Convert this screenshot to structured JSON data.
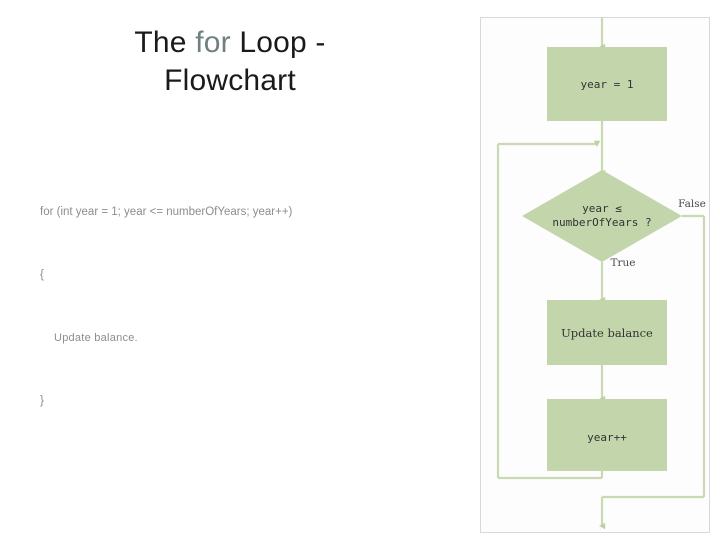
{
  "slide": {
    "title_parts": [
      {
        "text": "The ",
        "style": "normal"
      },
      {
        "text": "for",
        "style": "keyword"
      },
      {
        "text": " Loop - Flowchart",
        "style": "normal"
      }
    ],
    "title_prefix": "The ",
    "title_keyword": "for",
    "title_suffix": " Loop -",
    "title_line2": "Flowchart",
    "keyword_color": "#707f80",
    "title_color": "#1a1a1a"
  },
  "code": {
    "color": "#8d8d8d",
    "lines": [
      "for (int year = 1; year <= numberOfYears; year++)",
      "{",
      "Update balance.",
      "}"
    ],
    "line1": "for (int year = 1; year <= numberOfYears; year++)",
    "line2": "{",
    "line3": "Update balance.",
    "line4": "}"
  },
  "flowchart": {
    "fill_color": "#c3d6ab",
    "line_color": "#c8d9b4",
    "frame_border_color": "#d8d8dc",
    "nodes": [
      {
        "id": "init",
        "type": "process",
        "label": "year = 1",
        "font": "mono"
      },
      {
        "id": "condition",
        "type": "decision",
        "label_line1": "year ≤",
        "label_line2": "numberOfYears ?",
        "font": "mono"
      },
      {
        "id": "body",
        "type": "process",
        "label": "Update balance",
        "font": "serif"
      },
      {
        "id": "increment",
        "type": "process",
        "label": "year++",
        "font": "mono"
      }
    ],
    "branch_labels": {
      "false": "False",
      "true": "True"
    }
  }
}
